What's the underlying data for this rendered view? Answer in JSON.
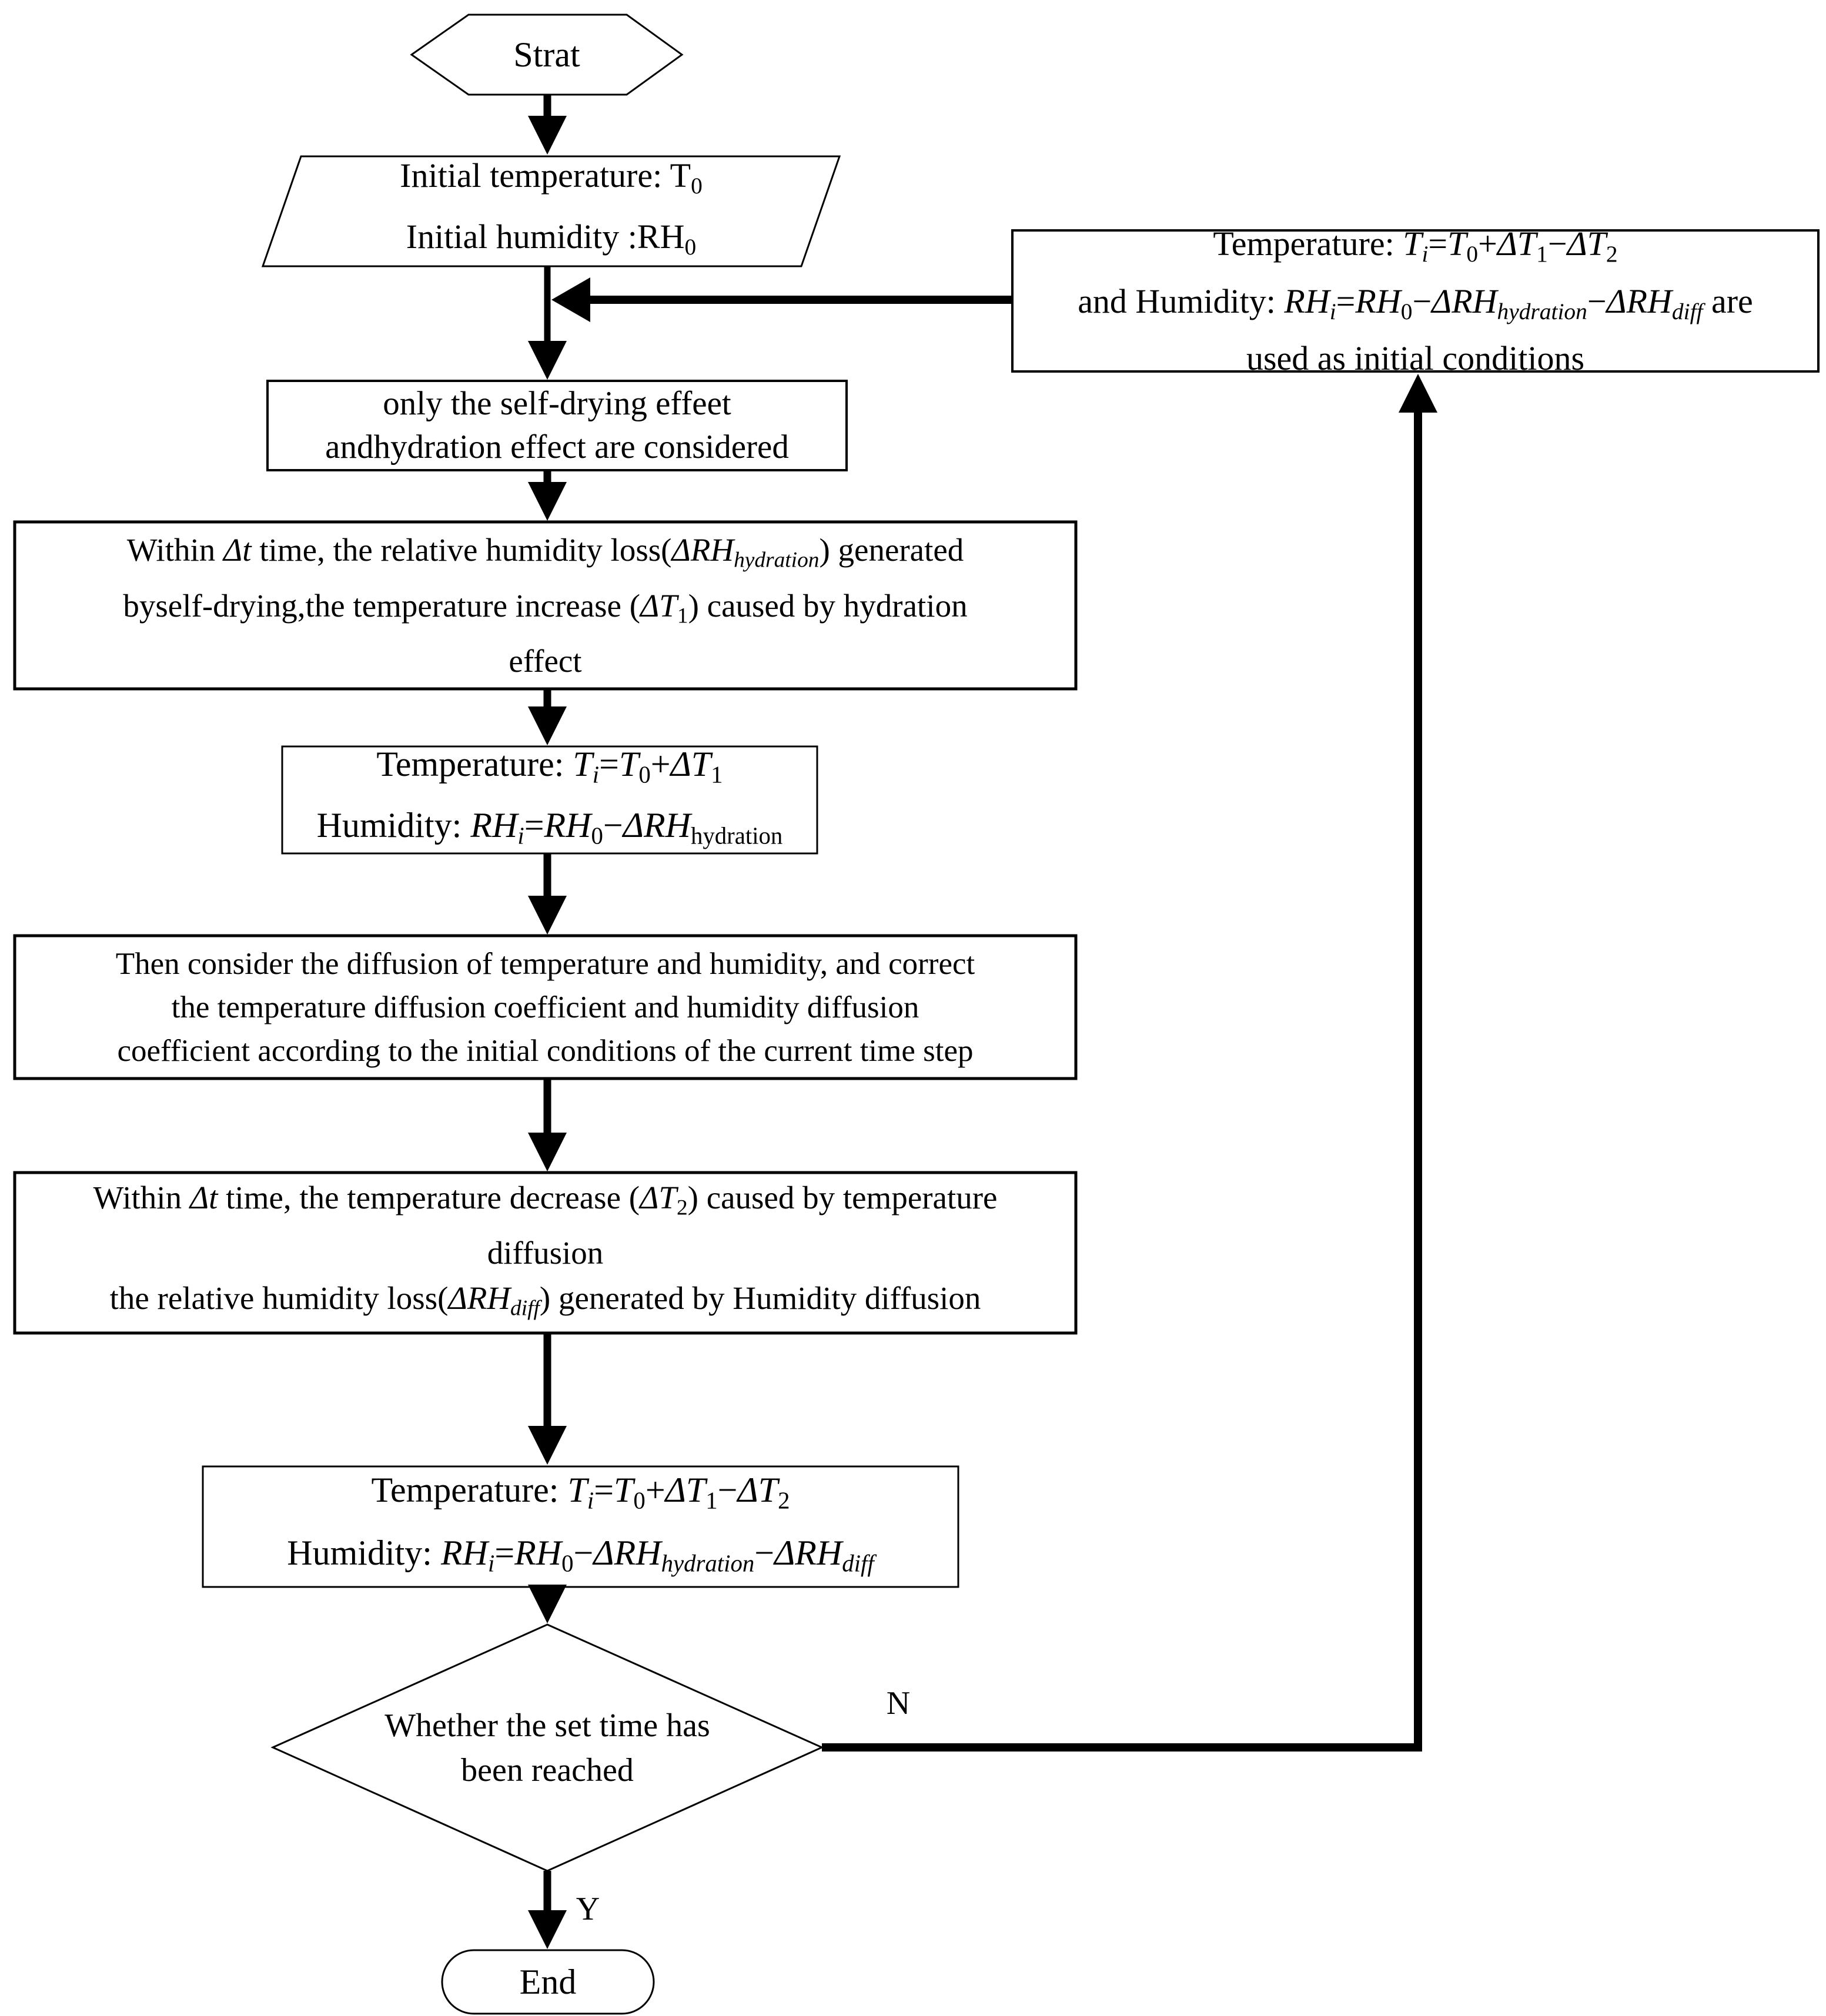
{
  "colors": {
    "ink": "#000000",
    "background": "#ffffff"
  },
  "flow": {
    "start": "Strat",
    "init": {
      "lines": [
        [
          [
            "Initial temperature: T",
            "r"
          ],
          [
            "0",
            "sub"
          ]
        ],
        [
          [
            "Initial humidity :RH",
            "r"
          ],
          [
            "0",
            "sub"
          ]
        ]
      ]
    },
    "only": {
      "lines": [
        "only the self-drying effeet",
        "andhydration effect are considered"
      ]
    },
    "hydration_step": {
      "lines": [
        [
          [
            "Within ",
            "r"
          ],
          [
            "Δt",
            "i"
          ],
          [
            " time, the relative humidity loss(",
            "r"
          ],
          [
            "ΔRH",
            "i"
          ],
          [
            "hydration",
            "subi"
          ],
          [
            ") generated",
            "r"
          ]
        ],
        [
          [
            "byself-drying,the temperature increase (",
            "r"
          ],
          [
            "ΔT",
            "i"
          ],
          [
            "1",
            "sub"
          ],
          [
            ") caused by hydration",
            "r"
          ]
        ],
        [
          [
            "effect",
            "r"
          ]
        ]
      ]
    },
    "state1": {
      "lines": [
        [
          [
            "Temperature: ",
            "r"
          ],
          [
            "T",
            "i"
          ],
          [
            "i",
            "subi"
          ],
          [
            "=",
            "r"
          ],
          [
            "T",
            "i"
          ],
          [
            "0",
            "sub"
          ],
          [
            "+",
            "r"
          ],
          [
            "ΔT",
            "i"
          ],
          [
            "1",
            "sub"
          ]
        ],
        [
          [
            "Humidity: ",
            "r"
          ],
          [
            "RH",
            "i"
          ],
          [
            "i",
            "subi"
          ],
          [
            "=",
            "r"
          ],
          [
            "RH",
            "i"
          ],
          [
            "0",
            "sub"
          ],
          [
            "−",
            "r"
          ],
          [
            "ΔRH",
            "i"
          ],
          [
            "hydration",
            "sub"
          ]
        ]
      ]
    },
    "diffusion_correct": {
      "lines": [
        "Then consider the diffusion of temperature and humidity, and correct",
        "the temperature diffusion coefficient and humidity diffusion",
        "coefficient according to the initial conditions of the current time step"
      ]
    },
    "diffusion_step": {
      "lines": [
        [
          [
            "Within ",
            "r"
          ],
          [
            "Δt",
            "i"
          ],
          [
            " time, the temperature decrease (",
            "r"
          ],
          [
            "ΔT",
            "i"
          ],
          [
            "2",
            "sub"
          ],
          [
            ") caused by temperature",
            "r"
          ]
        ],
        [
          [
            "diffusion",
            "r"
          ]
        ],
        [
          [
            "the relative humidity loss(",
            "r"
          ],
          [
            "ΔRH",
            "i"
          ],
          [
            "diff",
            "subi"
          ],
          [
            ") generated by Humidity diffusion",
            "r"
          ]
        ]
      ]
    },
    "state2": {
      "lines": [
        [
          [
            "Temperature: ",
            "r"
          ],
          [
            "T",
            "i"
          ],
          [
            "i",
            "subi"
          ],
          [
            "=",
            "r"
          ],
          [
            "T",
            "i"
          ],
          [
            "0",
            "sub"
          ],
          [
            "+",
            "r"
          ],
          [
            "ΔT",
            "i"
          ],
          [
            "1",
            "sub"
          ],
          [
            "−",
            "r"
          ],
          [
            "ΔT",
            "i"
          ],
          [
            "2",
            "sub"
          ]
        ],
        [
          [
            "Humidity: ",
            "r"
          ],
          [
            "RH",
            "i"
          ],
          [
            "i",
            "subi"
          ],
          [
            "=",
            "r"
          ],
          [
            "RH",
            "i"
          ],
          [
            "0",
            "sub"
          ],
          [
            "−",
            "r"
          ],
          [
            "ΔRH",
            "i"
          ],
          [
            "hydration",
            "subi"
          ],
          [
            "−",
            "r"
          ],
          [
            "ΔRH",
            "i"
          ],
          [
            "diff",
            "subi"
          ]
        ]
      ]
    },
    "decision": {
      "lines": [
        "Whether the set time has",
        "been reached"
      ]
    },
    "feedback": {
      "lines": [
        [
          [
            "Temperature: ",
            "r"
          ],
          [
            "T",
            "i"
          ],
          [
            "i",
            "subi"
          ],
          [
            "=",
            "r"
          ],
          [
            "T",
            "i"
          ],
          [
            "0",
            "sub"
          ],
          [
            "+",
            "r"
          ],
          [
            "ΔT",
            "i"
          ],
          [
            "1",
            "sub"
          ],
          [
            "−",
            "r"
          ],
          [
            "ΔT",
            "i"
          ],
          [
            "2",
            "sub"
          ]
        ],
        [
          [
            "and Humidity: ",
            "r"
          ],
          [
            "RH",
            "i"
          ],
          [
            "i",
            "subi"
          ],
          [
            "=",
            "r"
          ],
          [
            "RH",
            "i"
          ],
          [
            "0",
            "sub"
          ],
          [
            "−",
            "r"
          ],
          [
            "ΔRH",
            "i"
          ],
          [
            "hydration",
            "subi"
          ],
          [
            "−",
            "r"
          ],
          [
            "ΔRH",
            "i"
          ],
          [
            "diff",
            "subi"
          ],
          [
            " are",
            "r"
          ]
        ],
        [
          [
            "used as initial conditions",
            "r"
          ]
        ]
      ]
    },
    "end": "End",
    "labels": {
      "no": "N",
      "yes": "Y"
    }
  }
}
